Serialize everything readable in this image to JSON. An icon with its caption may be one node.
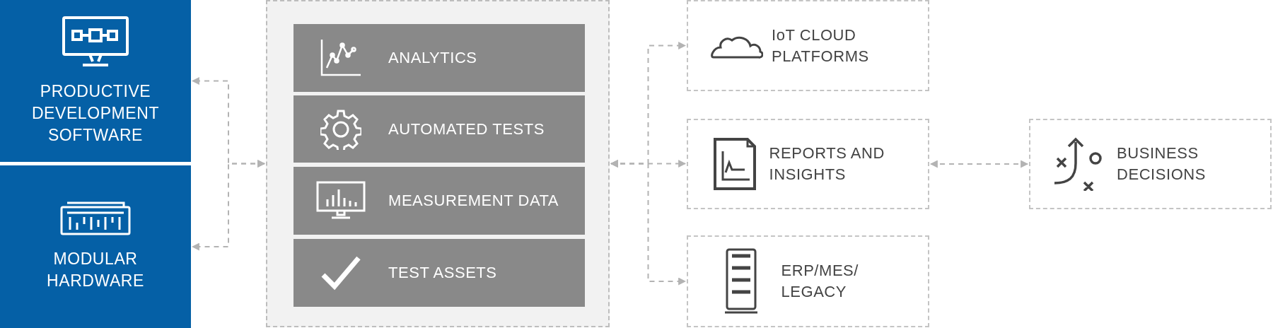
{
  "diagram": {
    "nodes": [
      {
        "text": [
          "PRODUCTIVE DEVELOPMENT SOFTWARE"
        ]
      },
      {
        "text": [
          "MODULAR HARDWARE"
        ]
      },
      {
        "text": [],
        "shape": "box"
      },
      {
        "text": [
          "ANALYTICS"
        ],
        "in": 2
      },
      {
        "text": [
          "AUTOMATED TESTS"
        ],
        "in": 2
      },
      {
        "text": [
          "MEASUREMENT DATA"
        ],
        "in": 2
      },
      {
        "text": [
          "TEST ASSETS"
        ],
        "in": 2
      },
      {
        "text": [
          "IoT CLOUD PLATFORMS"
        ]
      },
      {
        "text": [
          "REPORTS AND INSIGHTS"
        ]
      },
      {
        "text": [
          "ERP/MES/ LEGACY"
        ]
      },
      {
        "text": [
          "BUSINESS DECISIONS"
        ]
      }
    ],
    "edges": [
      {
        "from": 2,
        "to": 0,
        "arrow": "both",
        "style": "dashed"
      },
      {
        "from": 2,
        "to": 1,
        "arrow": "both",
        "style": "dashed"
      },
      {
        "from": 2,
        "to": 7,
        "arrow": "both",
        "style": "dashed"
      },
      {
        "from": 2,
        "to": 8,
        "arrow": "both",
        "style": "dashed"
      },
      {
        "from": 2,
        "to": 9,
        "arrow": "both",
        "style": "dashed"
      },
      {
        "from": 8,
        "to": 10,
        "arrow": "both",
        "style": "dashed"
      }
    ]
  }
}
